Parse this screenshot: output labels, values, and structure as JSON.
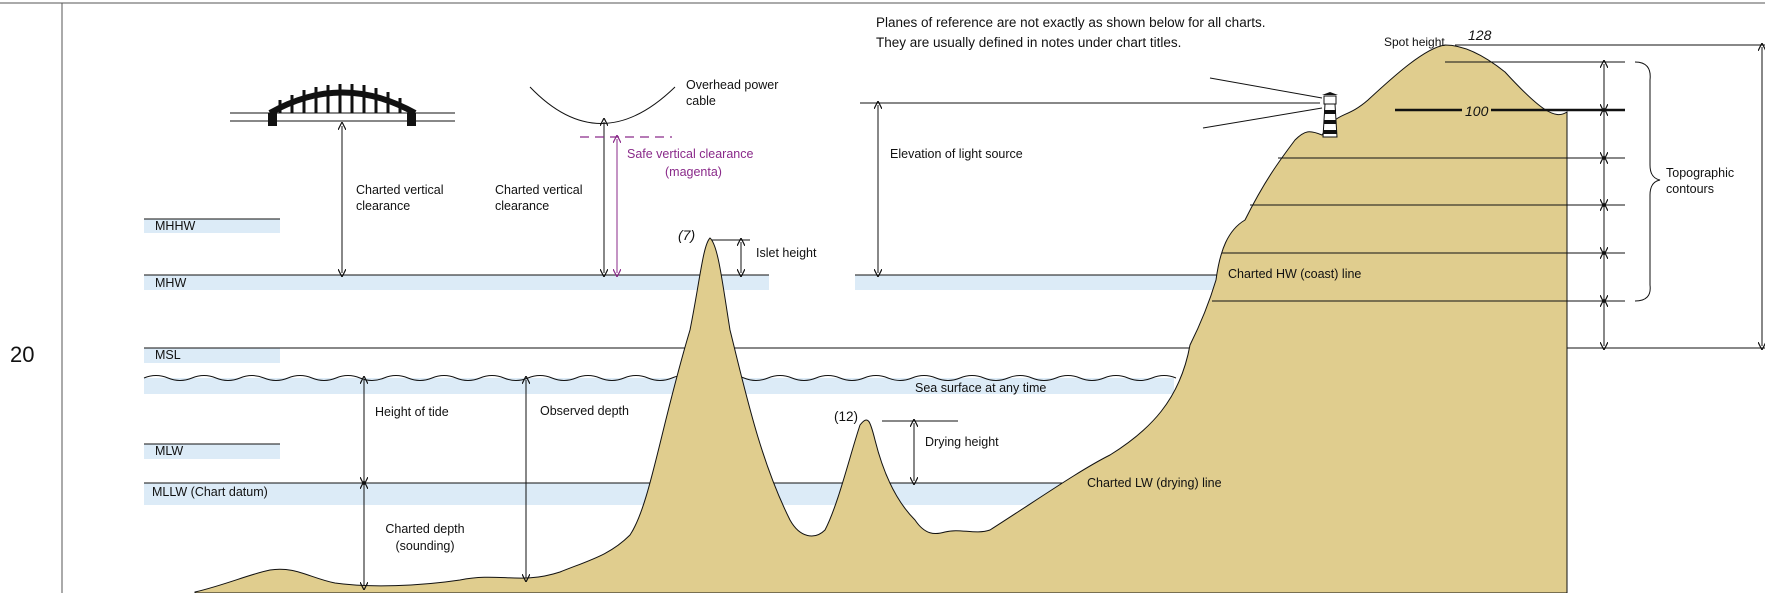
{
  "page_number": "20",
  "note": {
    "line1": "Planes of reference are not exactly as shown below for all charts.",
    "line2": "They are usually defined in notes under chart titles."
  },
  "levels": {
    "mhhw": "MHHW",
    "mhw": "MHW",
    "msl": "MSL",
    "mlw": "MLW",
    "mllw": "MLLW (Chart datum)"
  },
  "labels": {
    "charted_vertical_clearance_bridge_1": "Charted vertical",
    "charted_vertical_clearance_bridge_2": "clearance",
    "overhead_power_cable_1": "Overhead power",
    "overhead_power_cable_2": "cable",
    "charted_vertical_clearance_cable_1": "Charted vertical",
    "charted_vertical_clearance_cable_2": "clearance",
    "safe_vertical_clearance_1": "Safe vertical clearance",
    "safe_vertical_clearance_2": "(magenta)",
    "islet_height_value": "(7)",
    "islet_height": "Islet height",
    "elevation_light": "Elevation of light source",
    "spot_height": "Spot height",
    "spot_height_value": "128",
    "contour_value": "100",
    "topographic_contours_1": "Topographic",
    "topographic_contours_2": "contours",
    "charted_hw_line": "Charted HW (coast) line",
    "sea_surface": "Sea surface at any time",
    "height_of_tide": "Height of tide",
    "observed_depth": "Observed depth",
    "drying_height_value": "(12)",
    "drying_height": "Drying height",
    "charted_lw_line": "Charted LW (drying) line",
    "charted_depth_1": "Charted depth",
    "charted_depth_2": "(sounding)"
  },
  "colors": {
    "land": "#e0cd8e",
    "water_band": "#dcebf7",
    "magenta": "#8a2a8a",
    "line": "#111111"
  }
}
